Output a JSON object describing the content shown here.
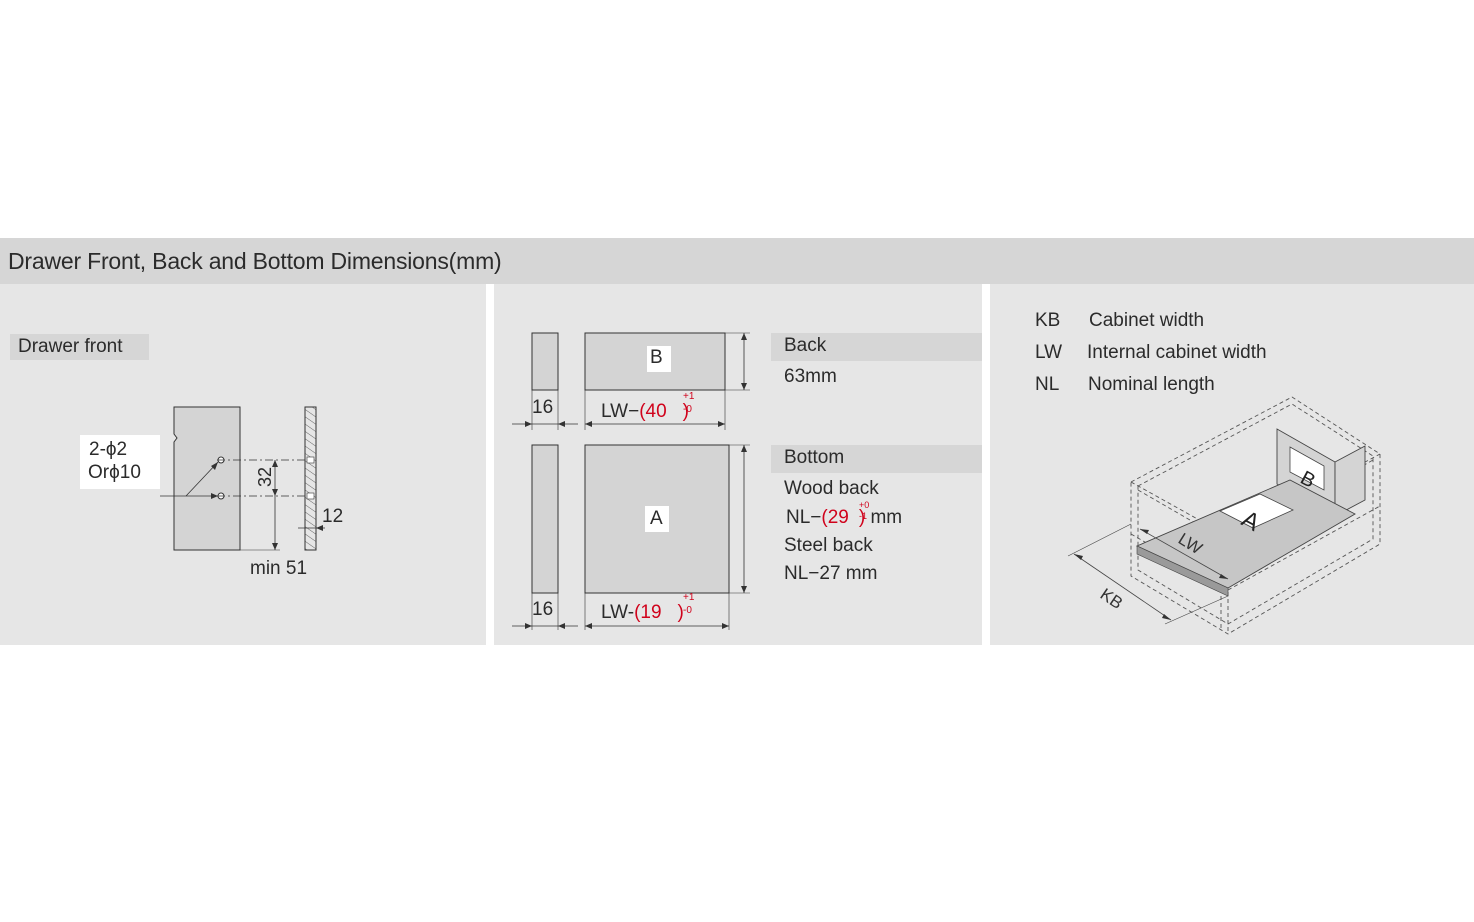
{
  "header": {
    "title": "Drawer Front, Back and Bottom Dimensions(mm)"
  },
  "front": {
    "label": "Drawer front",
    "holes_line1": "2-ϕ2",
    "holes_line2": "Orϕ10",
    "dim_spacing": "32",
    "dim_offset": "12",
    "dim_min": "min 51"
  },
  "back_bottom": {
    "panel_b_letter": "B",
    "panel_a_letter": "A",
    "thickness_b": "16",
    "thickness_a": "16",
    "b_formula_prefix": "LW−",
    "b_formula_value": "(40",
    "b_formula_close": ")",
    "b_tol_plus": "+1",
    "b_tol_minus": "-0",
    "a_formula_prefix": "LW-",
    "a_formula_value": "(19",
    "a_formula_close": ")",
    "a_tol_plus": "+1",
    "a_tol_minus": "-0",
    "back_title": "Back",
    "back_height": "63mm",
    "bottom_title": "Bottom",
    "wood_back": "Wood back",
    "wood_prefix": "NL−",
    "wood_value": "(29",
    "wood_close": ")",
    "wood_tol_plus": "+0",
    "wood_tol_minus": "-1",
    "wood_unit": "mm",
    "steel_back": "Steel back",
    "steel_formula": "NL−27  mm"
  },
  "legend": {
    "items": [
      {
        "abbr": "KB",
        "text": "Cabinet width"
      },
      {
        "abbr": "LW",
        "text": "Internal cabinet width"
      },
      {
        "abbr": "NL",
        "text": "Nominal length"
      }
    ],
    "iso_label_a": "A",
    "iso_label_b": "B",
    "iso_label_lw": "LW",
    "iso_label_kb": "KB"
  },
  "colors": {
    "header_bg": "#d6d6d6",
    "panel_bg": "#e6e6e6",
    "part_fill": "#d4d4d4",
    "tolerance_red": "#d0021b"
  }
}
